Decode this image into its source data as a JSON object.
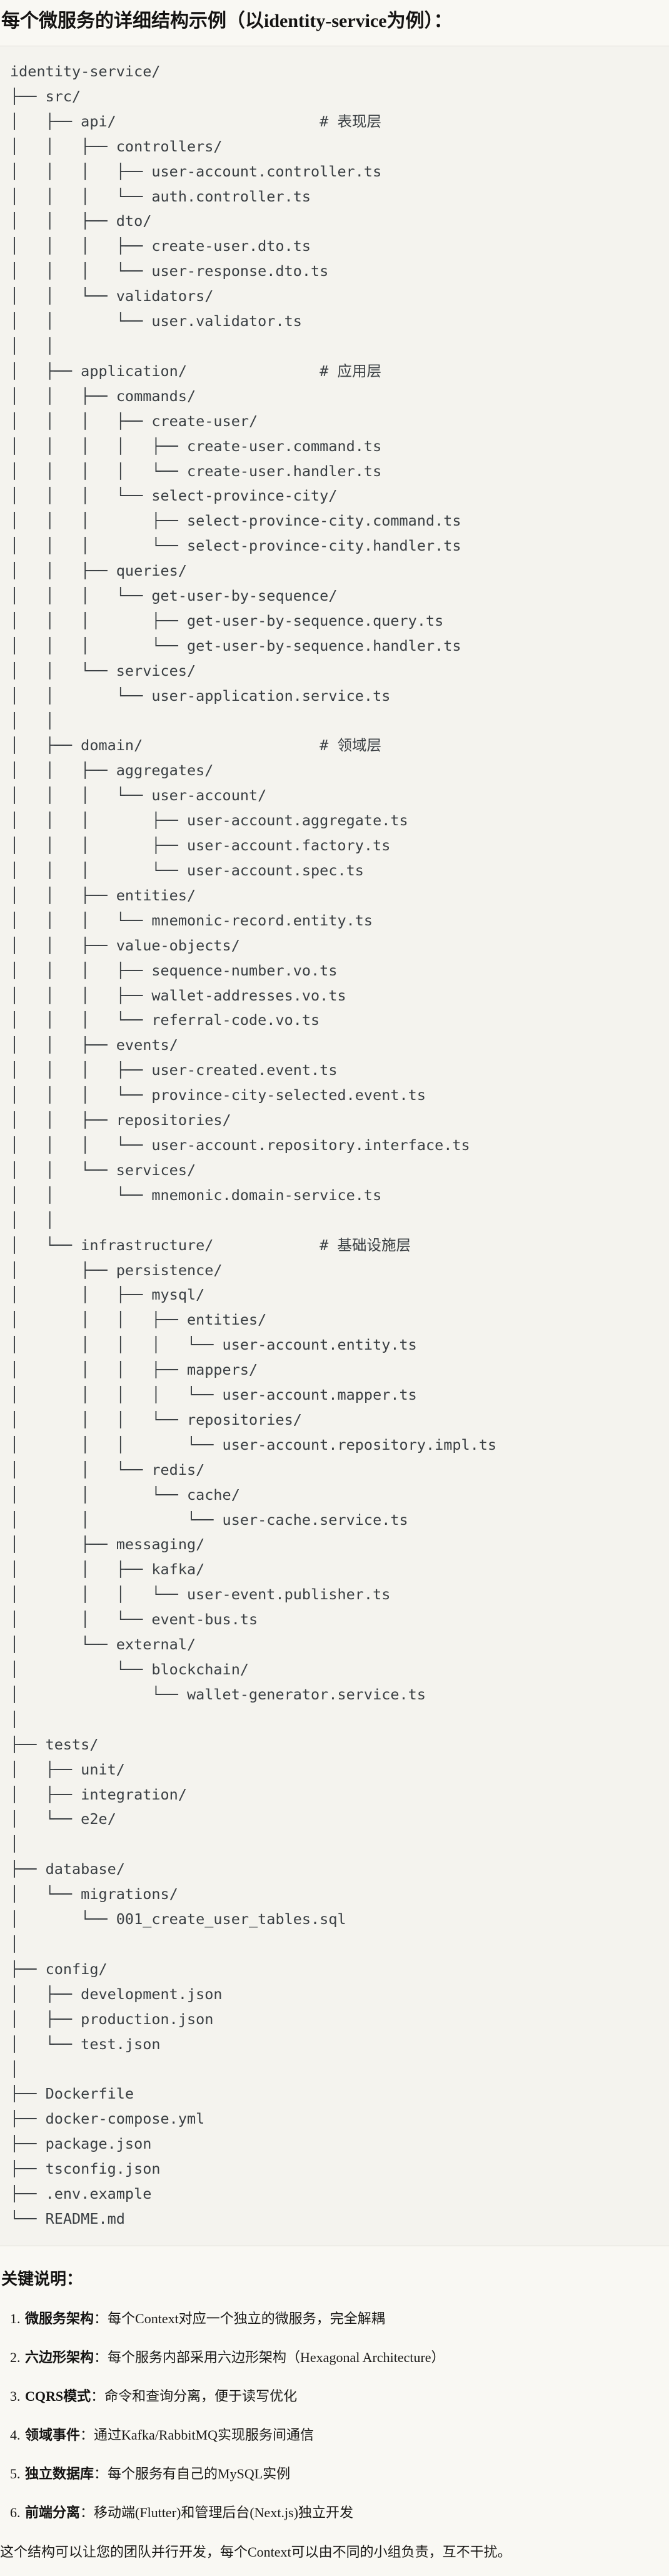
{
  "title": "每个微服务的详细结构示例（以identity-service为例）：",
  "tree_lines": [
    "identity-service/",
    "├── src/",
    "│   ├── api/                       # 表现层",
    "│   │   ├── controllers/",
    "│   │   │   ├── user-account.controller.ts",
    "│   │   │   └── auth.controller.ts",
    "│   │   ├── dto/",
    "│   │   │   ├── create-user.dto.ts",
    "│   │   │   └── user-response.dto.ts",
    "│   │   └── validators/",
    "│   │       └── user.validator.ts",
    "│   │",
    "│   ├── application/               # 应用层",
    "│   │   ├── commands/",
    "│   │   │   ├── create-user/",
    "│   │   │   │   ├── create-user.command.ts",
    "│   │   │   │   └── create-user.handler.ts",
    "│   │   │   └── select-province-city/",
    "│   │   │       ├── select-province-city.command.ts",
    "│   │   │       └── select-province-city.handler.ts",
    "│   │   ├── queries/",
    "│   │   │   └── get-user-by-sequence/",
    "│   │   │       ├── get-user-by-sequence.query.ts",
    "│   │   │       └── get-user-by-sequence.handler.ts",
    "│   │   └── services/",
    "│   │       └── user-application.service.ts",
    "│   │",
    "│   ├── domain/                    # 领域层",
    "│   │   ├── aggregates/",
    "│   │   │   └── user-account/",
    "│   │   │       ├── user-account.aggregate.ts",
    "│   │   │       ├── user-account.factory.ts",
    "│   │   │       └── user-account.spec.ts",
    "│   │   ├── entities/",
    "│   │   │   └── mnemonic-record.entity.ts",
    "│   │   ├── value-objects/",
    "│   │   │   ├── sequence-number.vo.ts",
    "│   │   │   ├── wallet-addresses.vo.ts",
    "│   │   │   └── referral-code.vo.ts",
    "│   │   ├── events/",
    "│   │   │   ├── user-created.event.ts",
    "│   │   │   └── province-city-selected.event.ts",
    "│   │   ├── repositories/",
    "│   │   │   └── user-account.repository.interface.ts",
    "│   │   └── services/",
    "│   │       └── mnemonic.domain-service.ts",
    "│   │",
    "│   └── infrastructure/            # 基础设施层",
    "│       ├── persistence/",
    "│       │   ├── mysql/",
    "│       │   │   ├── entities/",
    "│       │   │   │   └── user-account.entity.ts",
    "│       │   │   ├── mappers/",
    "│       │   │   │   └── user-account.mapper.ts",
    "│       │   │   └── repositories/",
    "│       │   │       └── user-account.repository.impl.ts",
    "│       │   └── redis/",
    "│       │       └── cache/",
    "│       │           └── user-cache.service.ts",
    "│       ├── messaging/",
    "│       │   ├── kafka/",
    "│       │   │   └── user-event.publisher.ts",
    "│       │   └── event-bus.ts",
    "│       └── external/",
    "│           └── blockchain/",
    "│               └── wallet-generator.service.ts",
    "│",
    "├── tests/",
    "│   ├── unit/",
    "│   ├── integration/",
    "│   └── e2e/",
    "│",
    "├── database/",
    "│   └── migrations/",
    "│       └── 001_create_user_tables.sql",
    "│",
    "├── config/",
    "│   ├── development.json",
    "│   ├── production.json",
    "│   └── test.json",
    "│",
    "├── Dockerfile",
    "├── docker-compose.yml",
    "├── package.json",
    "├── tsconfig.json",
    "├── .env.example",
    "└── README.md"
  ],
  "notes": {
    "heading": "关键说明：",
    "separator": "：",
    "items": [
      {
        "label": "微服务架构",
        "text": "每个Context对应一个独立的微服务，完全解耦"
      },
      {
        "label": "六边形架构",
        "text": "每个服务内部采用六边形架构（Hexagonal Architecture）"
      },
      {
        "label": "CQRS模式",
        "text": "命令和查询分离，便于读写优化"
      },
      {
        "label": "领域事件",
        "text": "通过Kafka/RabbitMQ实现服务间通信"
      },
      {
        "label": "独立数据库",
        "text": "每个服务有自己的MySQL实例"
      },
      {
        "label": "前端分离",
        "text": "移动端(Flutter)和管理后台(Next.js)独立开发"
      }
    ],
    "footer": "这个结构可以让您的团队并行开发，每个Context可以由不同的小组负责，互不干扰。"
  }
}
